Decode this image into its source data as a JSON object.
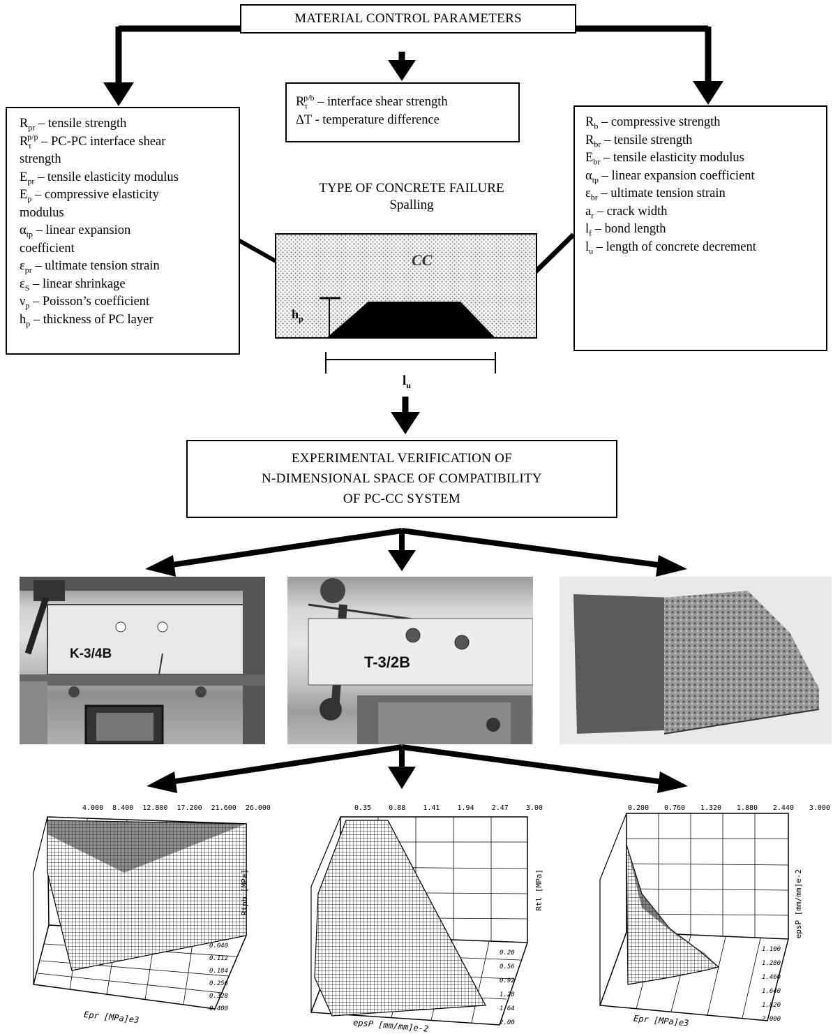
{
  "header": {
    "title": "MATERIAL CONTROL PARAMETERS"
  },
  "left_box": {
    "rows": [
      {
        "sym": "R",
        "sub": "pr",
        "sup": "",
        "text": " – tensile strength"
      },
      {
        "sym": "R",
        "sub": "τ",
        "sup": "p/p",
        "text": " – PC-PC interface shear"
      },
      {
        "sym": "",
        "sub": "",
        "sup": "",
        "text": "strength"
      },
      {
        "sym": "E",
        "sub": "pr",
        "sup": "",
        "text": " – tensile elasticity modulus"
      },
      {
        "sym": "E",
        "sub": "p",
        "sup": "",
        "text": " – compressive elasticity"
      },
      {
        "sym": "",
        "sub": "",
        "sup": "",
        "text": "modulus"
      },
      {
        "sym": "α",
        "sub": "tp",
        "sup": "",
        "text": " – linear expansion"
      },
      {
        "sym": "",
        "sub": "",
        "sup": "",
        "text": "coefficient"
      },
      {
        "sym": "ε",
        "sub": "pr",
        "sup": "",
        "text": " – ultimate tension strain"
      },
      {
        "sym": "ε",
        "sub": "S",
        "sup": "",
        "text": " – linear shrinkage"
      },
      {
        "sym": "ν",
        "sub": "p",
        "sup": "",
        "text": " – Poisson’s coefficient"
      },
      {
        "sym": "h",
        "sub": "p",
        "sup": "",
        "text": " – thickness of PC layer"
      }
    ]
  },
  "center_box": {
    "rows": [
      {
        "sym": "R",
        "sub": "τ",
        "sup": "p/b",
        "text": " – interface shear strength"
      },
      {
        "sym": "ΔT",
        "sub": "",
        "sup": "",
        "text": "  - temperature difference"
      }
    ]
  },
  "right_box": {
    "rows": [
      {
        "sym": "R",
        "sub": "b",
        "sup": "",
        "text": " – compressive strength"
      },
      {
        "sym": "R",
        "sub": "br",
        "sup": "",
        "text": " –  tensile strength"
      },
      {
        "sym": "E",
        "sub": "br",
        "sup": "",
        "text": " – tensile elasticity modulus"
      },
      {
        "sym": "α",
        "sub": "tp",
        "sup": "",
        "text": " – linear expansion coefficient"
      },
      {
        "sym": "ε",
        "sub": "br",
        "sup": "",
        "text": " – ultimate tension strain"
      },
      {
        "sym": "a",
        "sub": "r",
        "sup": "",
        "text": " – crack width"
      },
      {
        "sym": "l",
        "sub": "f",
        "sup": "",
        "text": " – bond length"
      },
      {
        "sym": "l",
        "sub": "u",
        "sup": "",
        "text": " – length of concrete decrement"
      }
    ]
  },
  "failure": {
    "title": "TYPE OF CONCRETE FAILURE",
    "subtitle": "Spalling",
    "cc_label": "CC",
    "hp_label": "h",
    "hp_sub": "p",
    "lu_label": "l",
    "lu_sub": "u"
  },
  "verification": {
    "line1": "EXPERIMENTAL VERIFICATION OF",
    "line2": "N-DIMENSIONAL SPACE OF COMPATIBILITY",
    "line3": "OF PC-CC SYSTEM"
  },
  "photos": {
    "left_label": "K-3/4B",
    "middle_label": "T-3/2B"
  },
  "plots": {
    "left": {
      "top_ticks": [
        "4.000",
        "8.400",
        "12.800",
        "17.200",
        "21.600",
        "26.000"
      ],
      "right_label": "Rtpb [MPa]",
      "right_ticks": [
        "0.040",
        "0.112",
        "0.184",
        "0.256",
        "0.328",
        "0.400"
      ],
      "bottom_label": "Epr [MPa]e3"
    },
    "middle": {
      "top_ticks": [
        "0.35",
        "0.88",
        "1.41",
        "1.94",
        "2.47",
        "3.00"
      ],
      "right_label": "Rtl [MPa]",
      "right_ticks": [
        "0.20",
        "0.56",
        "0.92",
        "1.28",
        "1.64",
        "2.00"
      ],
      "bottom_label": "epsP [mm/mm]e-2"
    },
    "right": {
      "top_ticks": [
        "0.200",
        "0.760",
        "1.320",
        "1.880",
        "2.440",
        "3.000"
      ],
      "right_label": "epsP [mm/mm]e-2",
      "right_ticks": [
        "1.100",
        "1.280",
        "1.460",
        "1.640",
        "1.820",
        "2.000"
      ],
      "bottom_label": "Epr [MPa]e3"
    }
  }
}
